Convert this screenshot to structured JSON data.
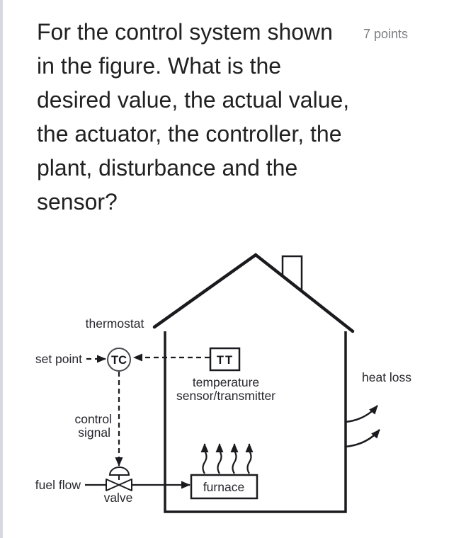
{
  "question": {
    "full_text": "For the control system shown in the figure. What is the desired value, the actual value, the actuator, the controller, the plant, disturbance and the sensor?",
    "lines": [
      "For the control system shown",
      "in the figure. What is the",
      "desired value, the actual value,",
      "the actuator, the controller, the",
      "plant, disturbance and the",
      "sensor?"
    ],
    "points_label": "7 points"
  },
  "diagram": {
    "labels": {
      "thermostat": "thermostat",
      "set_point": "set point",
      "controller_symbol": "TC",
      "transmitter_symbol": "TT",
      "temperature_line1": "temperature",
      "temperature_line2": "sensor/transmitter",
      "heat_loss": "heat loss",
      "control_signal_line1": "control",
      "control_signal_line2": "signal",
      "fuel_flow": "fuel flow",
      "valve": "valve",
      "furnace": "furnace"
    },
    "colors": {
      "line": "#1b1b1f",
      "label_text": "#27272e"
    }
  },
  "page": {
    "background": "#ffffff",
    "left_edge_strip": "#d8d9de",
    "question_text_color": "#212121",
    "points_text_color": "#7d8084"
  }
}
